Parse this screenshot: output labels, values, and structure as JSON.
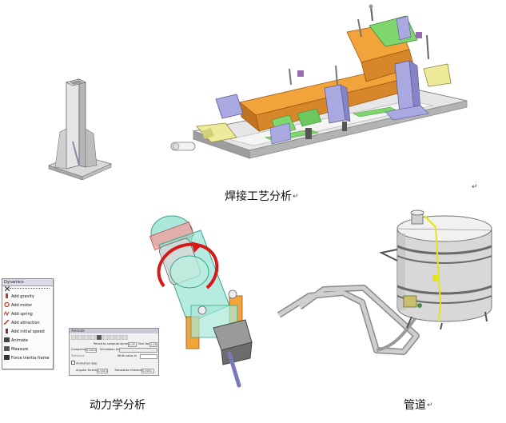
{
  "captions": {
    "welding": "焊接工艺分析",
    "dynamics": "动力学分析",
    "pipe": "管道",
    "paragraph_mark": "↵"
  },
  "dynamics_menu": {
    "title": "Dynamics",
    "items": [
      {
        "label": "Add gravity",
        "icon": "gravity-icon",
        "color": "#c0392b"
      },
      {
        "label": "Add motor",
        "icon": "motor-icon",
        "color": "#c0392b"
      },
      {
        "label": "Add spring",
        "icon": "spring-icon",
        "color": "#b03a2e"
      },
      {
        "label": "Add attraction",
        "icon": "attraction-icon",
        "color": "#a93226"
      },
      {
        "label": "Add initial speed",
        "icon": "initial-speed-icon",
        "color": "#922b21"
      },
      {
        "label": "Animate",
        "icon": "animate-icon",
        "color": "#333333"
      },
      {
        "label": "Measure",
        "icon": "measure-icon",
        "color": "#333333"
      },
      {
        "label": "Force inertia frame",
        "icon": "inertia-frame-icon",
        "color": "#333333"
      }
    ]
  },
  "dialog": {
    "title": "Animate",
    "row1_label": "Period to compute dynamic",
    "row1_value": "0.00",
    "row1_right_label": "Time factor",
    "row1_right_value": "1.00",
    "row2_label": "Computing step",
    "row2_value": "0.0010",
    "row2_right_label": "Simulation time",
    "row3_label": "Tolerance",
    "row3_right_label": "Wrist value in",
    "row4_label": "Animation loop",
    "row5_label": "Angular threshold",
    "row5_value": "0.0001",
    "row5_right_label": "Translation threshold",
    "row5_right_value": "0.0001"
  },
  "colors": {
    "fixture_orange": "#f2a33a",
    "fixture_blue": "#a9a8e0",
    "fixture_green": "#7fd66f",
    "fixture_yellow": "#eeea9a",
    "pipe_gray": "#b8b8b8",
    "tank_gray": "#d8d8d8",
    "wire_yellow": "#e4e41a",
    "rotation_red": "#d61a1a",
    "translucent_teal": "#8fe0cf"
  }
}
